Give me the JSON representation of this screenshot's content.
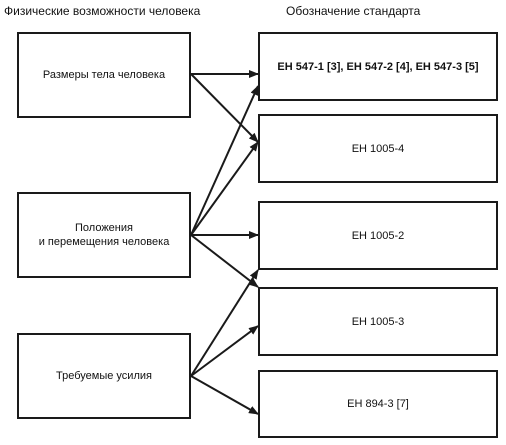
{
  "headers": {
    "left": "Физические возможности человека",
    "right": "Обозначение стандарта"
  },
  "left_boxes": [
    {
      "lines": [
        "Размеры тела человека"
      ]
    },
    {
      "lines": [
        "Положения",
        "и перемещения человека"
      ]
    },
    {
      "lines": [
        "Требуемые усилия"
      ]
    }
  ],
  "right_boxes": [
    {
      "lines": [
        "ЕН 547-1 [3], ЕН 547-2 [4], ЕН 547-3 [5]"
      ]
    },
    {
      "lines": [
        "ЕН 1005-4"
      ]
    },
    {
      "lines": [
        "ЕН 1005-2"
      ]
    },
    {
      "lines": [
        "ЕН 1005-3"
      ]
    },
    {
      "lines": [
        "ЕН 894-3 [7]"
      ]
    }
  ],
  "connections": [
    {
      "from": 0,
      "to": 0
    },
    {
      "from": 0,
      "to": 1
    },
    {
      "from": 1,
      "to": 0
    },
    {
      "from": 1,
      "to": 1
    },
    {
      "from": 1,
      "to": 2
    },
    {
      "from": 1,
      "to": 3
    },
    {
      "from": 2,
      "to": 2
    },
    {
      "from": 2,
      "to": 3
    },
    {
      "from": 2,
      "to": 4
    }
  ],
  "colors": {
    "line": "#1a1a1a",
    "border": "#1a1a1a",
    "background": "#ffffff"
  }
}
